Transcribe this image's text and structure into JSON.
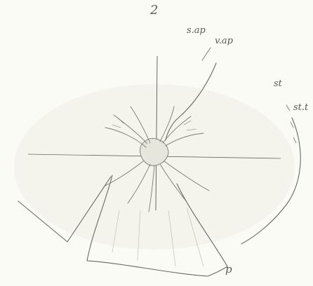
{
  "figure": {
    "number": "2",
    "labels": {
      "sap": "s.ap",
      "vap": "v.ap",
      "st": "st",
      "stt": "st.t",
      "p": "p"
    }
  },
  "colors": {
    "paper": "#fbfbf6",
    "ink": "#5a5a52",
    "faint_ink": "#b8b8ae"
  }
}
